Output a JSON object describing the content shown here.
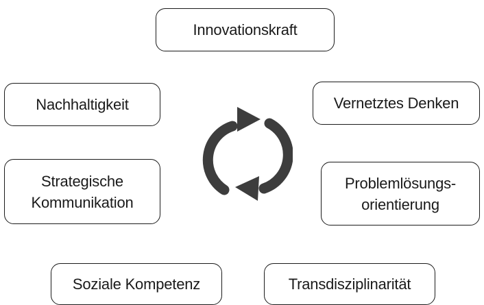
{
  "nodes": {
    "innovationskraft": "Innovationskraft",
    "nachhaltigkeit": "Nachhaltigkeit",
    "vernetztes_denken": "Vernetztes Denken",
    "strategische_kommunikation": "Strategische\nKommunikation",
    "problemloesungsorientierung": "Problemlösungs-\norientierung",
    "soziale_kompetenz": "Soziale Kompetenz",
    "transdisziplinaritaet": "Transdisziplinarität"
  },
  "center_icon": "cycle-arrows-icon",
  "colors": {
    "border": "#1a1a1a",
    "text": "#1a1a1a",
    "icon": "#3d3d3d",
    "background": "#ffffff"
  }
}
